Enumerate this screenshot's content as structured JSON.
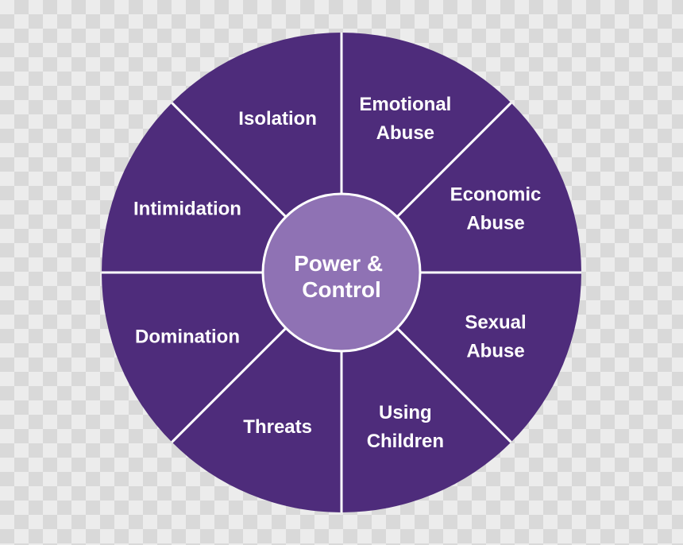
{
  "colors": {
    "segment_fill": "#4e2c7b",
    "center_fill": "#8f72b4",
    "divider": "#ffffff",
    "text": "#ffffff"
  },
  "center": {
    "lines": [
      "Power &",
      "Control"
    ]
  },
  "segments": [
    {
      "id": "emotional-abuse",
      "lines": [
        "Emotional",
        "Abuse"
      ]
    },
    {
      "id": "economic-abuse",
      "lines": [
        "Economic",
        "Abuse"
      ]
    },
    {
      "id": "sexual-abuse",
      "lines": [
        "Sexual",
        "Abuse"
      ]
    },
    {
      "id": "using-children",
      "lines": [
        "Using",
        "Children"
      ]
    },
    {
      "id": "threats",
      "lines": [
        "Threats"
      ]
    },
    {
      "id": "domination",
      "lines": [
        "Domination"
      ]
    },
    {
      "id": "intimidation",
      "lines": [
        "Intimidation"
      ]
    },
    {
      "id": "isolation",
      "lines": [
        "Isolation"
      ]
    }
  ]
}
